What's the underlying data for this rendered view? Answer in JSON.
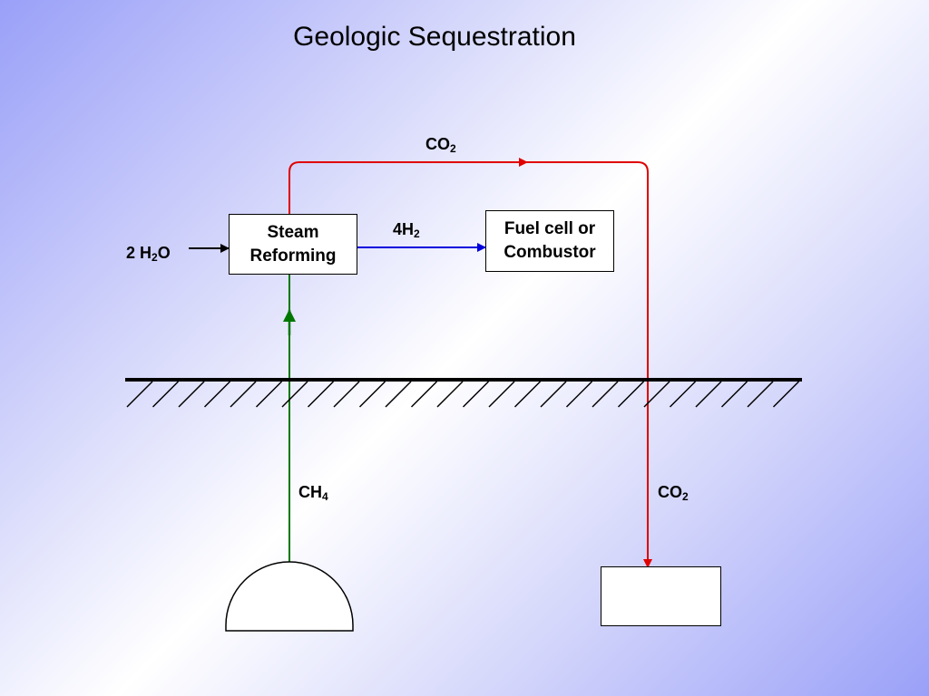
{
  "title": "Geologic Sequestration",
  "nodes": {
    "steam_reforming": {
      "line1": "Steam",
      "line2": "Reforming"
    },
    "fuel_cell": {
      "line1": "Fuel cell or",
      "line2": "Combustor"
    }
  },
  "labels": {
    "co2_top": {
      "main": "CO",
      "sub": "2"
    },
    "h2": {
      "main": "4H",
      "sub": "2"
    },
    "water": {
      "pre": "2 H",
      "sub": "2",
      "post": "O"
    },
    "ch4": {
      "main": "CH",
      "sub": "4"
    },
    "co2_right": {
      "main": "CO",
      "sub": "2"
    }
  },
  "colors": {
    "co2_flow": "#e00000",
    "h2_flow": "#0000dd",
    "ch4_flow": "#007700",
    "water_flow": "#000000"
  }
}
